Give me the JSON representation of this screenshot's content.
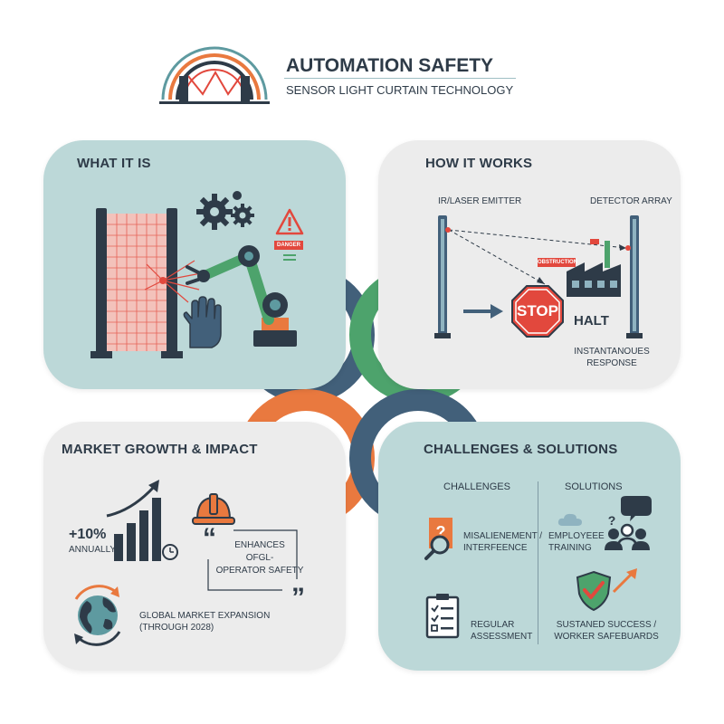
{
  "header": {
    "title": "AUTOMATION SAFETY",
    "subtitle": "SENSOR LIGHT CURTAIN TECHNOLOGY"
  },
  "what_it_is": {
    "title": "WHAT IT IS",
    "danger_label": "DANGER"
  },
  "how_it_works": {
    "title": "HOW IT WORKS",
    "emitter_label": "IR/LASER EMITTER",
    "detector_label": "DETECTOR ARRAY",
    "obstruction_label": "OBSTRUCTION",
    "stop_label": "STOP",
    "halt_label": "HALT",
    "response_line1": "INSTANTANOUES",
    "response_line2": "RESPONSE"
  },
  "market": {
    "title": "MARKET GROWTH & IMPACT",
    "growth_value": "+10%",
    "growth_period": "ANNUALLY",
    "quote_line1": "ENHANCES",
    "quote_line2": "OFGL-",
    "quote_line3": "OPERATOR SAFETY",
    "expansion_line1": "GLOBAL MARKET EXPANSION",
    "expansion_line2": "(THROUGH 2028)"
  },
  "challenges": {
    "title": "CHALLENGES & SOLUTIONS",
    "col_challenges": "CHALLENGES",
    "col_solutions": "SOLUTIONS",
    "c1_line1": "MISALIENEMENT /",
    "c1_line2": "INTERFEENCE",
    "c2_line1": "REGULAR",
    "c2_line2": "ASSESSMENT",
    "s1_line1": "EMPLOYEEE",
    "s1_line2": "TRAINING",
    "s2_line1": "SUSTANED SUCCESS /",
    "s2_line2": "WORKER SAFEBUARDS"
  },
  "colors": {
    "teal_panel": "#bcd8d8",
    "grey_panel": "#ececec",
    "navy": "#2e3b48",
    "accent_red": "#e2483d",
    "accent_orange": "#e9793f",
    "accent_green": "#4da36c",
    "ring_blue": "#42607a"
  }
}
